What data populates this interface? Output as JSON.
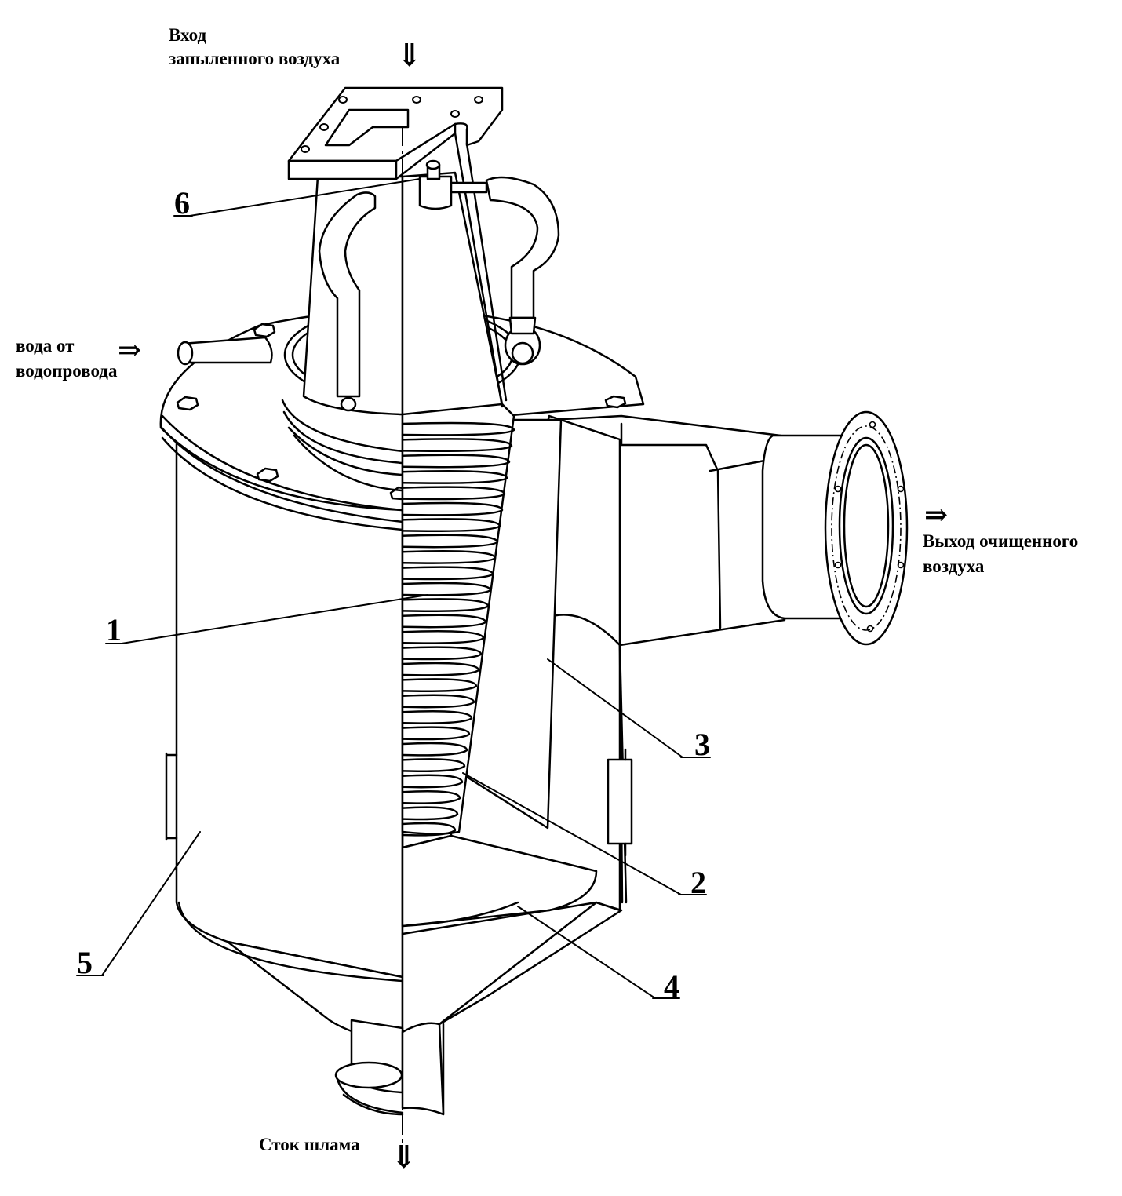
{
  "labels": {
    "inlet_line1": "Вход",
    "inlet_line2": "запыленного воздуха",
    "water_line1": "вода от",
    "water_line2": "водопровода",
    "outlet_line1": "Выход очищенного",
    "outlet_line2": "воздуха",
    "sludge": "Сток шлама"
  },
  "arrows": {
    "down": "⇓",
    "right": "⇒"
  },
  "callouts": [
    "1",
    "2",
    "3",
    "4",
    "5",
    "6"
  ]
}
